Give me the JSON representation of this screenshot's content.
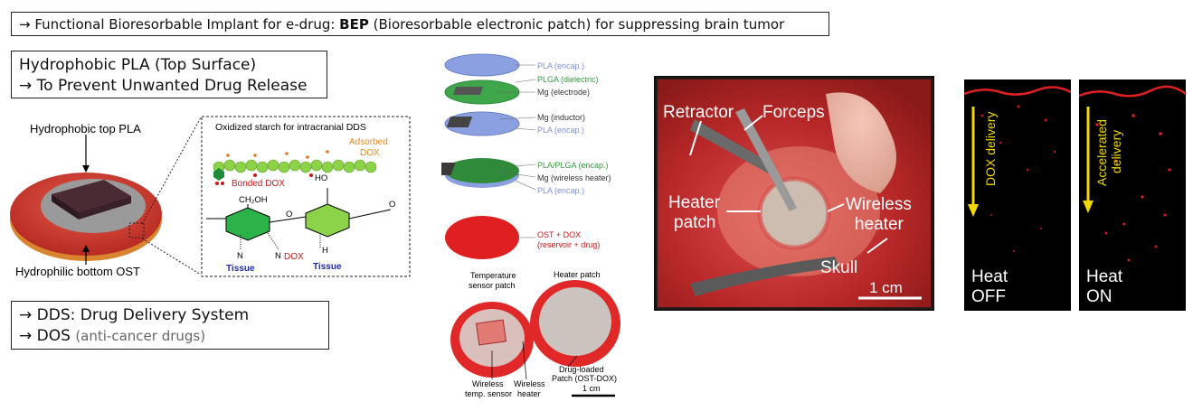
{
  "title": {
    "prefix": "→ Functional Bioresorbable Implant for e-drug: ",
    "bold": "BEP",
    "suffix": " (Bioresorbable electronic patch) for suppressing brain tumor"
  },
  "pla_box": {
    "line1": "Hydrophobic PLA (Top Surface)",
    "line2": "→ To Prevent Unwanted Drug Release"
  },
  "dds_box": {
    "line1": "→ DDS:  Drug Delivery System",
    "line2_main": "→ DOS ",
    "line2_note": "(anti-cancer drugs)"
  },
  "patch_figure": {
    "top_label": "Hydrophobic top PLA",
    "bottom_label": "Hydrophilic bottom OST"
  },
  "chem_figure": {
    "title": "Oxidized starch for intracranial DDS",
    "adsorbed": "Adsorbed",
    "dox": "DOX",
    "bonded": "Bonded DOX",
    "ch2oh": "CH₂OH",
    "ho": "HO",
    "n1": "N",
    "n2": "N",
    "dox2": "DOX",
    "tissue1": "Tissue",
    "tissue2": "Tissue",
    "o1": "O",
    "o2": "O",
    "h": "H"
  },
  "layer_figure": {
    "layers": [
      {
        "label": "PLA (encap.)",
        "color": "#7c90d8"
      },
      {
        "label": "PLGA (dielectric)",
        "color": "#2f9a3a"
      },
      {
        "label": "Mg (electrode)",
        "color": "#333333"
      },
      {
        "label": "Mg (inductor)",
        "color": "#333333"
      },
      {
        "label": "PLA (encap.)",
        "color": "#7c90d8"
      }
    ],
    "assembled": [
      {
        "label": "PLA/PLGA (encap.)",
        "color": "#2f9a3a"
      },
      {
        "label": "Mg (wireless heater)",
        "color": "#333333"
      },
      {
        "label": "PLA (encap.)",
        "color": "#7c90d8"
      }
    ],
    "ost_line1": "OST + DOX",
    "ost_line2": "(reservoir + drug)",
    "temp_label_1": "Temperature",
    "temp_label_2": "sensor patch",
    "heater_label": "Heater patch",
    "wireless_temp_1": "Wireless",
    "wireless_temp_2": "temp. sensor",
    "wireless_heater_1": "Wireless",
    "wireless_heater_2": "heater",
    "drug_loaded_1": "Drug-loaded",
    "drug_loaded_2": "Patch (OST-DOX)",
    "scale": "1 cm"
  },
  "surgery_photo": {
    "retractor": "Retractor",
    "forceps": "Forceps",
    "heater_patch_1": "Heater",
    "heater_patch_2": "patch",
    "wireless_heater_1": "Wireless",
    "wireless_heater_2": "heater",
    "skull": "Skull",
    "scale": "1 cm"
  },
  "fluorescence": {
    "left_arrow_label": "DOX delivery",
    "left_heat_1": "Heat",
    "left_heat_2": "OFF",
    "right_arrow_label_1": "Accelerated",
    "right_arrow_label_2": "delivery",
    "right_heat_1": "Heat",
    "right_heat_2": "ON"
  }
}
